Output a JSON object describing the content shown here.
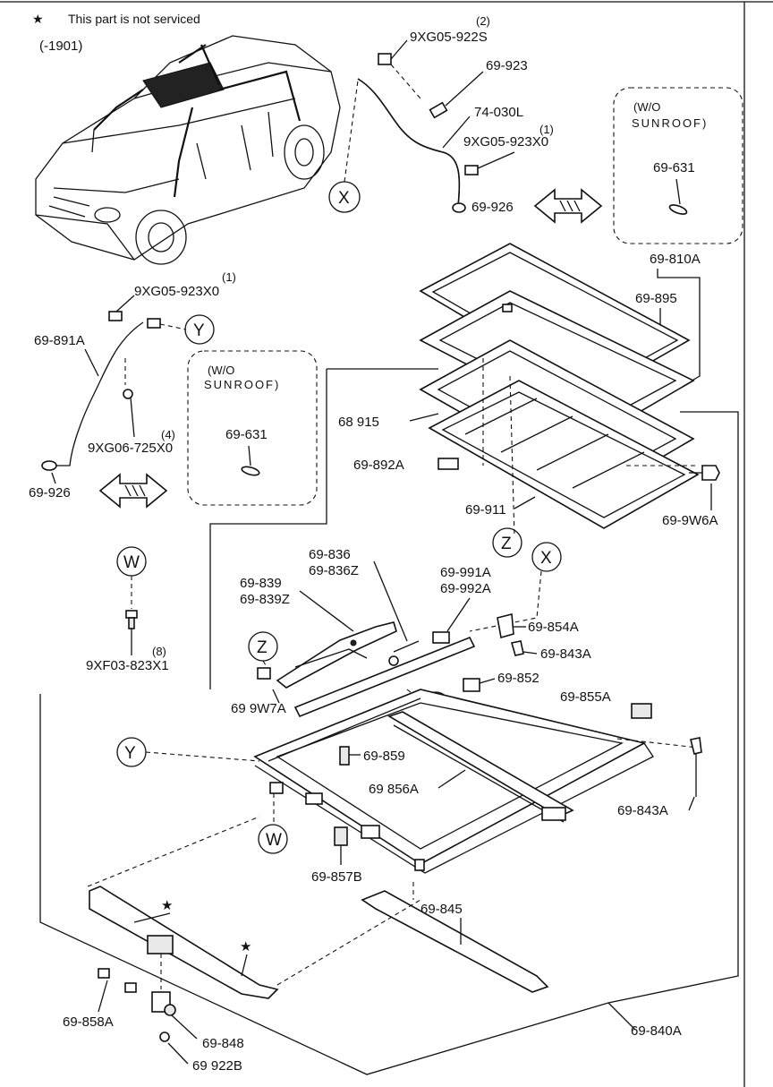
{
  "notes": {
    "star_note": "This part is not serviced",
    "star_symbol": "★",
    "range": "(-1901)"
  },
  "callouts": {
    "X": "X",
    "Y": "Y",
    "Z": "Z",
    "W": "W"
  },
  "boxes": {
    "wo_sunroof_line1": "(W/O",
    "wo_sunroof_line2": "SUNROOF)",
    "wo_sunroof_part": "69-631"
  },
  "labels": {
    "p_9xg05_922s": "9XG05-922S",
    "p_9xg05_922s_qty": "(2)",
    "p_69_923": "69-923",
    "p_74_030l": "74-030L",
    "p_9xg05_923x0_a": "9XG05-923X0",
    "p_9xg05_923x0_a_qty": "(1)",
    "p_69_926_a": "69-926",
    "p_69_810a": "69-810A",
    "p_69_895": "69-895",
    "p_9xg05_923x0_b": "9XG05-923X0",
    "p_9xg05_923x0_b_qty": "(1)",
    "p_69_891a": "69-891A",
    "p_9xg06_725x0": "9XG06-725X0",
    "p_9xg06_725x0_qty": "(4)",
    "p_69_926_b": "69-926",
    "p_68_915": "68 915",
    "p_69_892a": "69-892A",
    "p_69_911": "69-911",
    "p_69_9w6a": "69-9W6A",
    "p_69_836": "69-836",
    "p_69_836z": "69-836Z",
    "p_69_839": "69-839",
    "p_69_839z": "69-839Z",
    "p_69_991a": "69-991A",
    "p_69_992a": "69-992A",
    "p_69_854a": "69-854A",
    "p_69_843a_a": "69-843A",
    "p_69_852_a": "69-852",
    "p_69_9w7a": "69 9W7A",
    "p_9xf03_823x1": "9XF03-823X1",
    "p_9xf03_823x1_qty": "(8)",
    "p_69_855a": "69-855A",
    "p_69_852_b": "69-852",
    "p_69_859": "69-859",
    "p_69_856a": "69 856A",
    "p_69_843a_b": "69-843A",
    "p_69_857b": "69-857B",
    "p_69_845": "69-845",
    "p_69_858a": "69-858A",
    "p_69_848": "69-848",
    "p_69_922b": "69 922B",
    "p_69_840a": "69-840A"
  }
}
